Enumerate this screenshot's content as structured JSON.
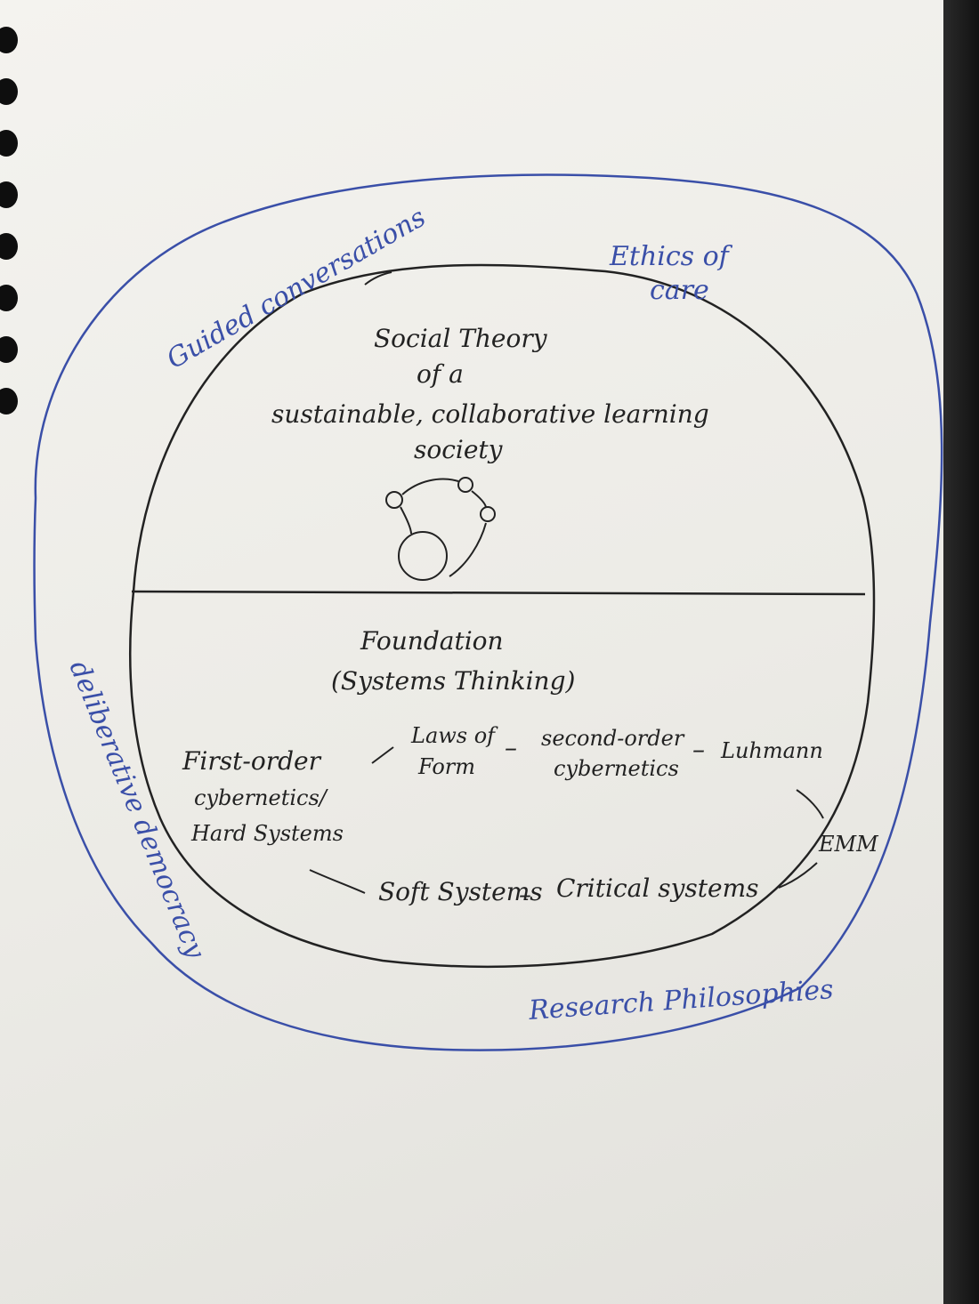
{
  "colors": {
    "paper": "#efeee9",
    "ink_black": "#222222",
    "ink_blue": "#3a4fa8"
  },
  "outer_ring": {
    "top_left": "Guided conversations",
    "top_right_line1": "Ethics of",
    "top_right_line2": "care",
    "left": "deliberative democracy",
    "bottom": "Research Philosophies"
  },
  "upper": {
    "line1": "Social Theory",
    "line2": "of a",
    "line3": "sustainable, collaborative learning",
    "line4": "society"
  },
  "lower": {
    "title_line1": "Foundation",
    "title_line2": "(Systems Thinking)",
    "first_order_line1": "First-order",
    "first_order_line2": "cybernetics/",
    "hard_systems": "Hard Systems",
    "laws_line1": "Laws of",
    "laws_line2": "Form",
    "second_order_line1": "second-order",
    "second_order_line2": "cybernetics",
    "luhmann": "Luhmann",
    "emm": "EMM",
    "soft_systems": "Soft Systems",
    "critical_systems": "Critical systems",
    "dash1": "–",
    "dash2": "–",
    "dash3": "–"
  }
}
